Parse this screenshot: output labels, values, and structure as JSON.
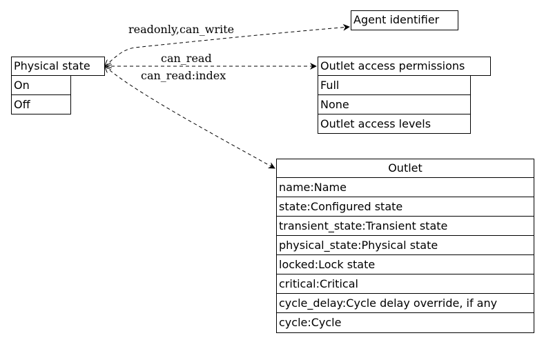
{
  "nodes": {
    "physical_state": {
      "title": "Physical state",
      "rows": [
        "On",
        "Off"
      ]
    },
    "agent_identifier": {
      "title": "Agent identifier"
    },
    "outlet_access_permissions": {
      "title": "Outlet access permissions",
      "rows": [
        "Full",
        "None",
        "Outlet access levels"
      ]
    },
    "outlet": {
      "title": "Outlet",
      "rows": [
        "name:Name",
        "state:Configured state",
        "transient_state:Transient state",
        "physical_state:Physical state",
        "locked:Lock state",
        "critical:Critical",
        "cycle_delay:Cycle delay override, if any",
        "cycle:Cycle"
      ]
    }
  },
  "edges": [
    {
      "from": "physical_state",
      "to": "agent_identifier",
      "label": "readonly,can_write"
    },
    {
      "from": "physical_state",
      "to": "outlet_access_permissions",
      "label": "can_read"
    },
    {
      "from": "physical_state",
      "to": "outlet",
      "label": "can_read:index"
    }
  ]
}
